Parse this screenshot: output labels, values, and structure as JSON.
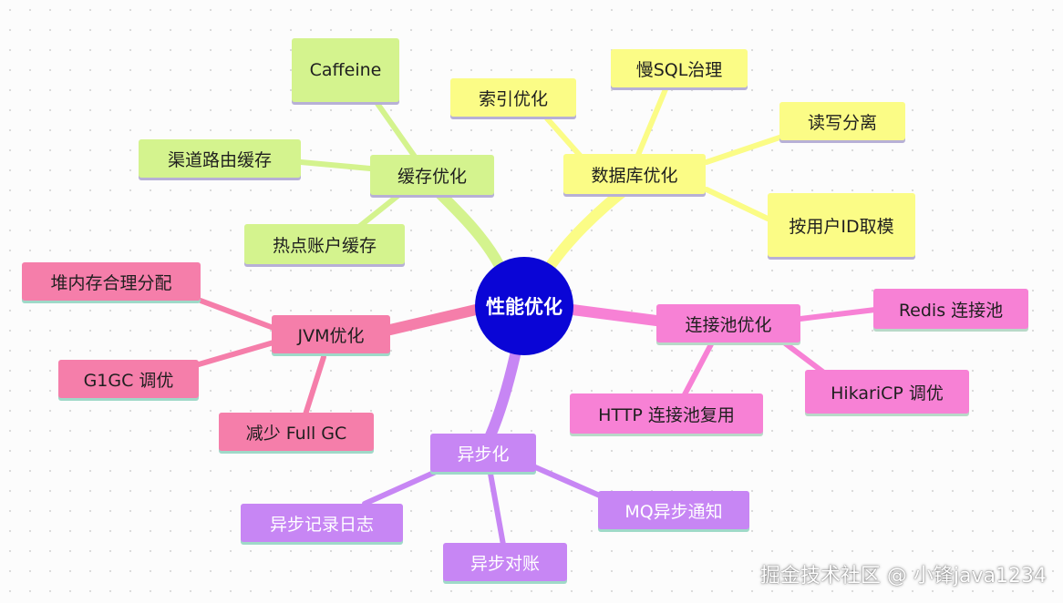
{
  "root": {
    "label": "性能优化",
    "color": "#0a05d6"
  },
  "branches": {
    "cache": {
      "label": "缓存优化",
      "color": "#d4f38e",
      "children": [
        "Caffeine",
        "渠道路由缓存",
        "热点账户缓存"
      ]
    },
    "db": {
      "label": "数据库优化",
      "color": "#fbfc86",
      "children": [
        "慢SQL治理",
        "索引优化",
        "读写分离",
        "按用户ID取模"
      ]
    },
    "pool": {
      "label": "连接池优化",
      "color": "#f781d5",
      "children": [
        "Redis 连接池",
        "HikariCP 调优",
        "HTTP 连接池复用"
      ]
    },
    "jvm": {
      "label": "JVM优化",
      "color": "#f57eaa",
      "children": [
        "堆内存合理分配",
        "G1GC 调优",
        "减少 Full GC"
      ]
    },
    "async": {
      "label": "异步化",
      "color": "#c786f4",
      "children": [
        "异步记录日志",
        "异步对账",
        "MQ异步通知"
      ]
    }
  },
  "watermark": "掘金技术社区 @ 小锋java1234"
}
